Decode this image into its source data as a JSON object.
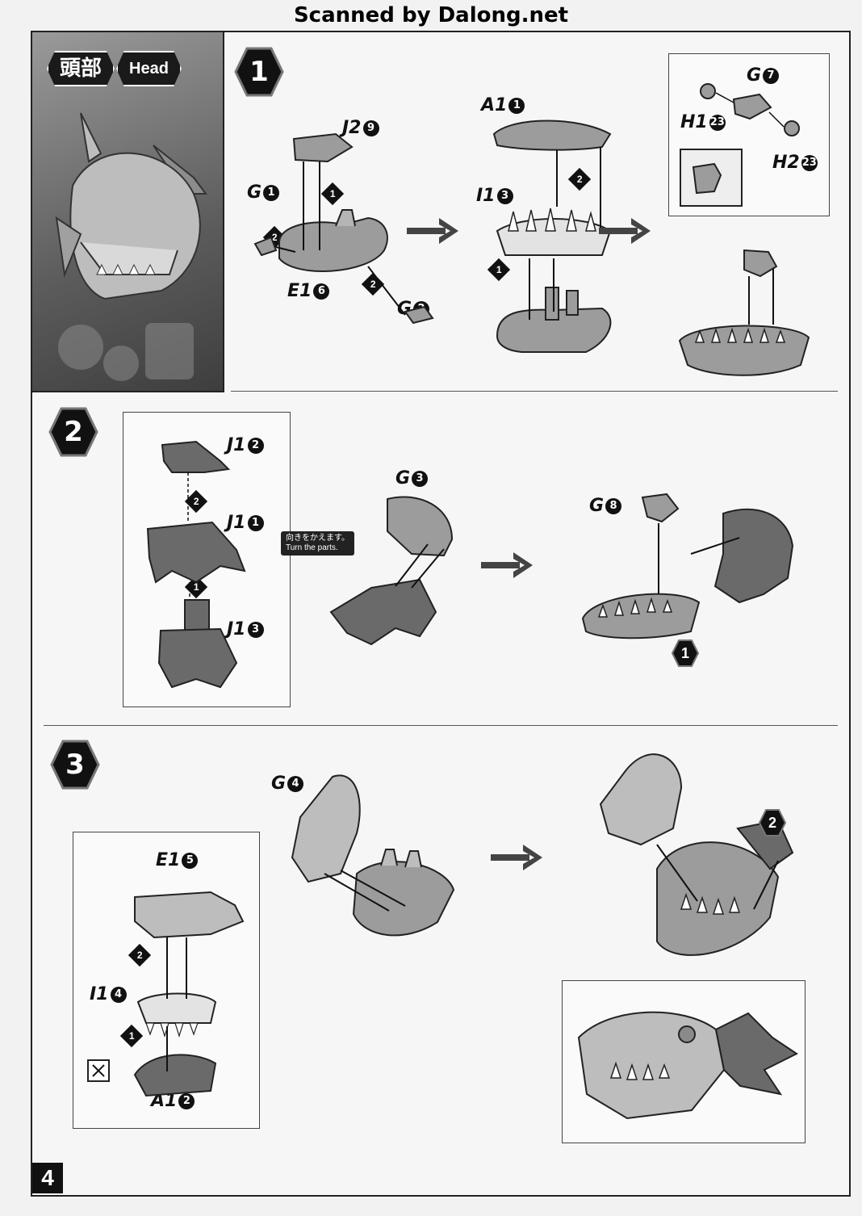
{
  "scan_credit": "Scanned by Dalong.net",
  "header": {
    "title_jp": "頭部",
    "title_en": "Head"
  },
  "page_number": "4",
  "steps": [
    {
      "number": "1"
    },
    {
      "number": "2"
    },
    {
      "number": "3"
    }
  ],
  "step1": {
    "parts": {
      "j2": "J2",
      "j2n": "9",
      "g1": "G",
      "g1n": "1",
      "e1": "E1",
      "e1n": "6",
      "g2": "G",
      "g2n": "2",
      "a1": "A1",
      "a1n": "1",
      "i1": "I1",
      "i1n": "3",
      "g7": "G",
      "g7n": "7",
      "h1": "H1",
      "h1n": "23",
      "h2": "H2",
      "h2n": "23"
    },
    "order": {
      "o1a": "1",
      "o2a": "2",
      "o2b": "2",
      "o1b": "1",
      "o2c": "2"
    }
  },
  "step2": {
    "parts": {
      "j1a": "J1",
      "j1an": "2",
      "j1b": "J1",
      "j1bn": "1",
      "j1c": "J1",
      "j1cn": "3",
      "g3": "G",
      "g3n": "3",
      "g8": "G",
      "g8n": "8"
    },
    "order": {
      "o2": "2",
      "o1": "1"
    },
    "callout_jp": "向きをかえます。",
    "callout_en": "Turn the parts.",
    "ref": "1"
  },
  "step3": {
    "parts": {
      "g4": "G",
      "g4n": "4",
      "e1": "E1",
      "e1n": "5",
      "i1": "I1",
      "i1n": "4",
      "a1": "A1",
      "a1n": "2"
    },
    "order": {
      "o2": "2",
      "o1": "1"
    },
    "ref": "2"
  },
  "colors": {
    "ink": "#111111",
    "panel": "#6b6b6b",
    "part_fill": "#9c9c9c"
  }
}
